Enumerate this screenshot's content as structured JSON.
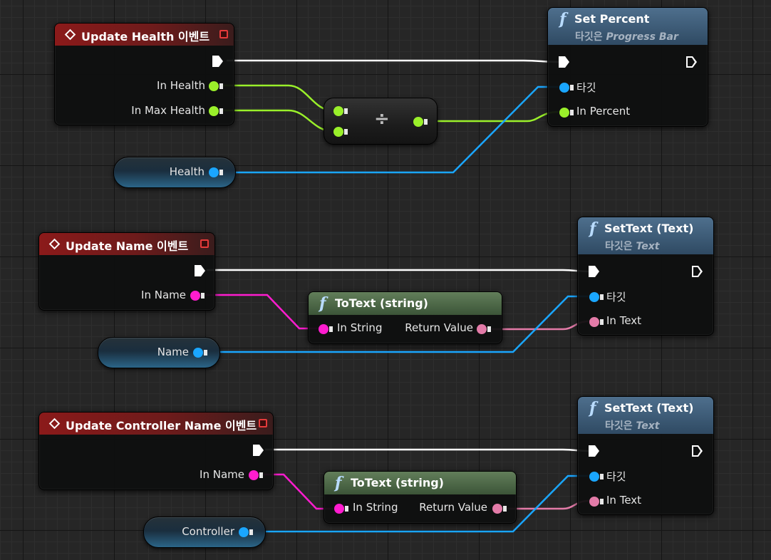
{
  "graph": {
    "row1": {
      "event_title": "Update Health 이벤트",
      "pins": {
        "in_health": "In Health",
        "in_max_health": "In Max Health"
      },
      "variable": "Health",
      "divide_symbol": "÷",
      "function": {
        "title": "Set Percent",
        "target_prefix": "타깃은",
        "target_class": "Progress Bar",
        "target_pin": "타깃",
        "value_pin": "In Percent"
      }
    },
    "row2": {
      "event_title": "Update Name 이벤트",
      "pins": {
        "in_name": "In Name"
      },
      "variable": "Name",
      "totext": {
        "title": "ToText (string)",
        "in_pin": "In String",
        "out_pin": "Return Value"
      },
      "function": {
        "title": "SetText (Text)",
        "target_prefix": "타깃은",
        "target_class": "Text",
        "target_pin": "타깃",
        "value_pin": "In Text"
      }
    },
    "row3": {
      "event_title": "Update Controller Name 이벤트",
      "pins": {
        "in_name": "In Name"
      },
      "variable": "Controller",
      "totext": {
        "title": "ToText (string)",
        "in_pin": "In String",
        "out_pin": "Return Value"
      },
      "function": {
        "title": "SetText (Text)",
        "target_prefix": "타깃은",
        "target_class": "Text",
        "target_pin": "타깃",
        "value_pin": "In Text"
      }
    }
  },
  "colors": {
    "float_pin": "#9af02a",
    "object_pin": "#1aa6ff",
    "string_pin": "#ff1ccf",
    "text_pin": "#e37ba8",
    "exec_wire": "#ffffff",
    "event_header": "#8b1a1a",
    "function_header": "#4e6f8d",
    "pure_function_header": "#627e5a"
  },
  "icons": {
    "event": "event-diamond-icon",
    "function": "function-f-icon",
    "stop": "red-square-icon"
  }
}
